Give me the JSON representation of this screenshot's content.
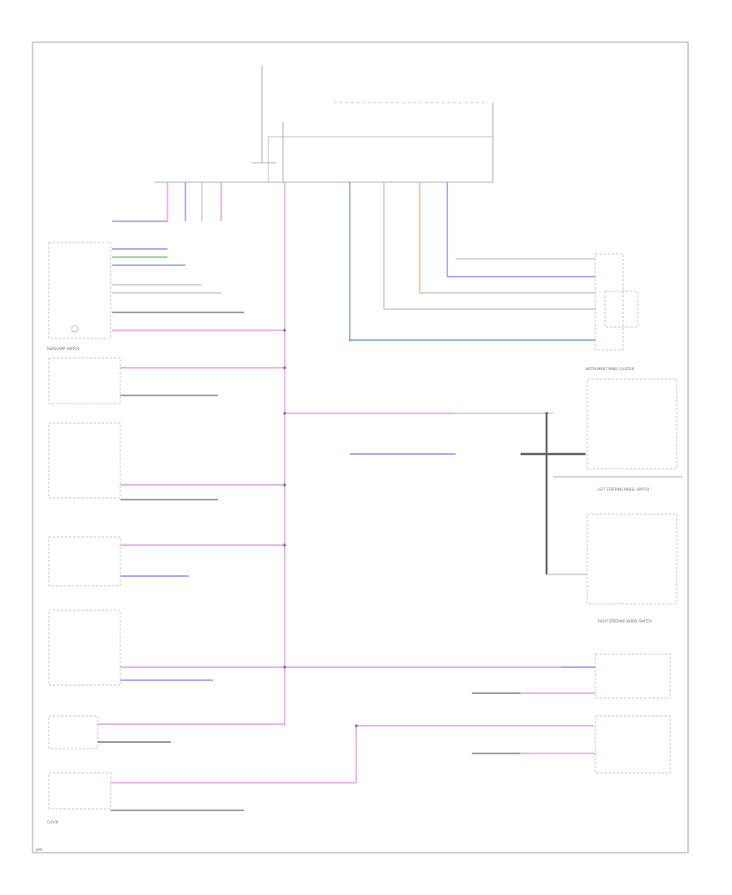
{
  "labels": {
    "headlamp_switch": "HEADLAMP SWITCH",
    "instrument_panel_cluster": "INSTRUMENT PANEL CLUSTER",
    "left_steering_wheel_switch": "LEFT STEERING WHEEL SWITCH",
    "right_steering_wheel_switch": "RIGHT STEERING WHEEL SWITCH",
    "clock": "CLOCK",
    "footer_code": "DRP"
  }
}
